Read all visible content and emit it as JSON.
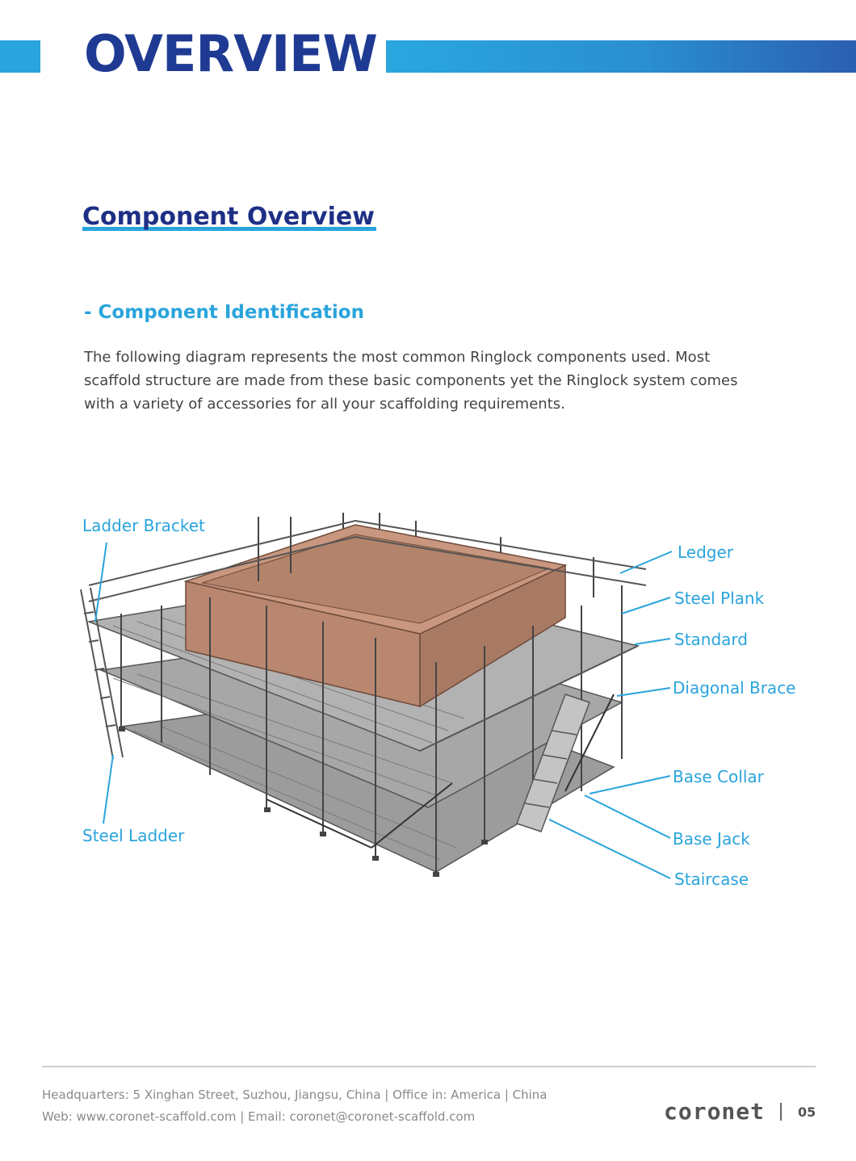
{
  "header": {
    "title": "OVERVIEW"
  },
  "section": {
    "heading": "Component Overview"
  },
  "subsection": {
    "heading": "- Component Identification",
    "paragraph_lines": [
      "The following diagram represents the most common Ringlock components used. Most",
      "scaffold structure are made from these basic components yet the Ringlock system comes",
      "with a variety of accessories for all your scaffolding requirements."
    ]
  },
  "diagram": {
    "labels": {
      "ladder_bracket": "Ladder Bracket",
      "steel_ladder": "Steel Ladder",
      "ledger": "Ledger",
      "steel_plank": "Steel Plank",
      "standard": "Standard",
      "diagonal_brace": "Diagonal Brace",
      "base_collar": "Base Collar",
      "base_jack": "Base Jack",
      "staircase": "Staircase"
    },
    "colors": {
      "label": "#2aa4dc",
      "brick": "#b9876f",
      "steel": "#6d6d6d"
    }
  },
  "footer": {
    "line1": "Headquarters: 5 Xinghan Street, Suzhou, Jiangsu, China   |   Office in: America | China",
    "line2": "Web: www.coronet-scaffold.com   |   Email: coronet@coronet-scaffold.com",
    "logo": "coronet",
    "page_number": "05"
  }
}
